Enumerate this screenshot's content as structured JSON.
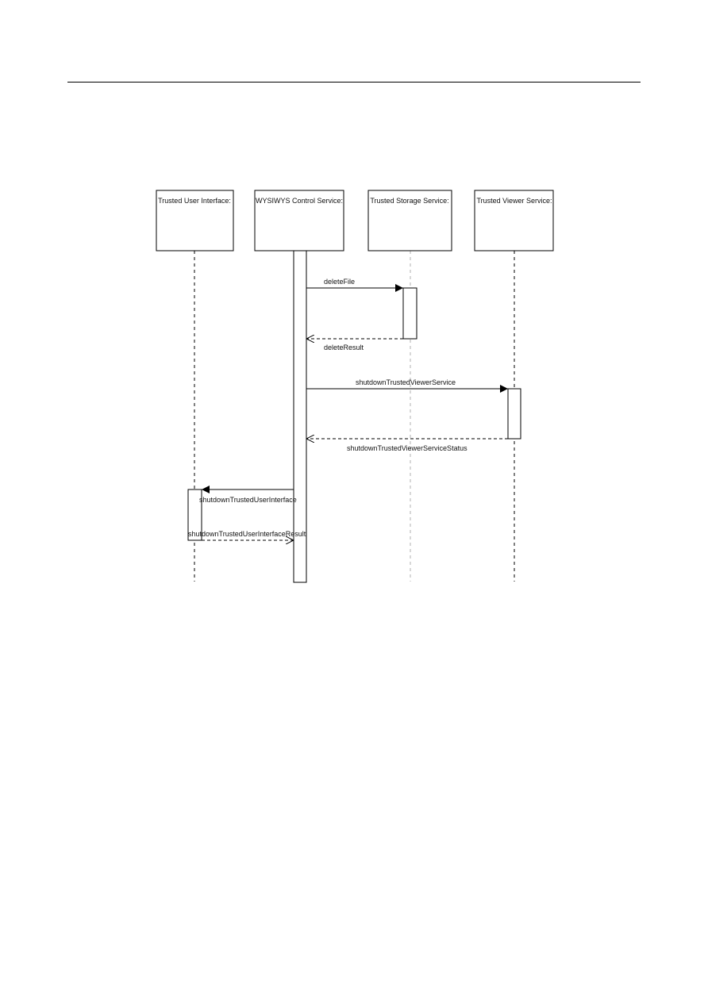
{
  "diagram": {
    "participants": [
      {
        "id": "tui",
        "label": "Trusted User Interface:"
      },
      {
        "id": "wcs",
        "label": "WYSIWYS Control Service:"
      },
      {
        "id": "tss",
        "label": "Trusted Storage Service:"
      },
      {
        "id": "tvs",
        "label": "Trusted Viewer Service:"
      }
    ],
    "messages": [
      {
        "id": "m1",
        "from": "wcs",
        "to": "tss",
        "label": "deleteFile",
        "kind": "call"
      },
      {
        "id": "m2",
        "from": "tss",
        "to": "wcs",
        "label": "deleteResult",
        "kind": "return"
      },
      {
        "id": "m3",
        "from": "wcs",
        "to": "tvs",
        "label": "shutdownTrustedViewerService",
        "kind": "call"
      },
      {
        "id": "m4",
        "from": "tvs",
        "to": "wcs",
        "label": "shutdownTrustedViewerServiceStatus",
        "kind": "return"
      },
      {
        "id": "m5",
        "from": "wcs",
        "to": "tui",
        "label": "shutdownTrustedUserInterface",
        "kind": "call"
      },
      {
        "id": "m6",
        "from": "tui",
        "to": "wcs",
        "label": "shutdownTrustedUserInterfaceResult",
        "kind": "return"
      }
    ]
  }
}
